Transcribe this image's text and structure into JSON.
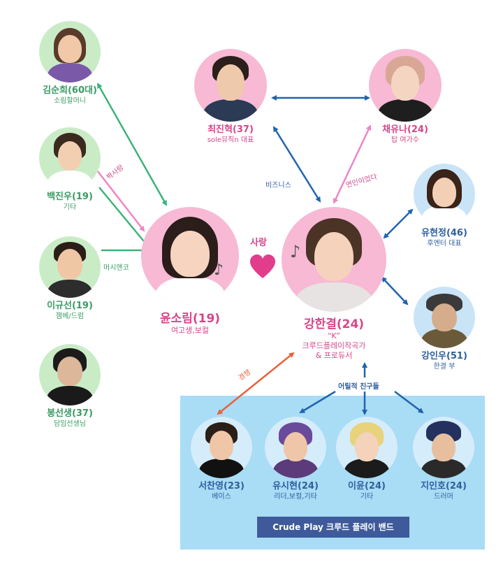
{
  "colors": {
    "green": "#3a9b63",
    "pink": "#d6468a",
    "blue": "#2f5f9e",
    "arrow_green": "#3db27a",
    "arrow_pink": "#ee86c6",
    "arrow_blue": "#1f64ad",
    "arrow_orange": "#e8623a",
    "band_bg": "#a9dcf5",
    "band_label_bg": "#3e5a9a"
  },
  "characters": {
    "kim_sunhee": {
      "name": "김순희(60대)",
      "role": "소림할머니"
    },
    "baek_jinwoo": {
      "name": "백진우(19)",
      "role": "기타"
    },
    "lee_kyusun": {
      "name": "이규선(19)",
      "role": "잼베/드럼"
    },
    "bong_teacher": {
      "name": "봉선생(37)",
      "role": "담임선생님"
    },
    "yoon_sorim": {
      "name": "윤소림(19)",
      "role": "여고생,보컬"
    },
    "choi_jinhyuk": {
      "name": "최진혁(37)",
      "role": "sole뮤직n 대표"
    },
    "chae_yuna": {
      "name": "채유나(24)",
      "role": "탑 여가수"
    },
    "kang_hangyeol": {
      "name": "강한결(24)",
      "role_line1": "“K”",
      "role_line2": "크루드플레이작곡가",
      "role_line3": "& 프로듀서"
    },
    "yoo_hyunjung": {
      "name": "유현정(46)",
      "role": "후엔터 대표"
    },
    "kang_inwoo": {
      "name": "강인우(51)",
      "role": "한결 부"
    },
    "seo_chanyoung": {
      "name": "서찬영(23)",
      "role": "베이스"
    },
    "yoo_sihyun": {
      "name": "유시현(24)",
      "role": "리더,보컬,기타"
    },
    "lee_yoon": {
      "name": "이윤(24)",
      "role": "기타"
    },
    "ji_inho": {
      "name": "지인호(24)",
      "role": "드러머"
    }
  },
  "relations": {
    "crush": "짝사랑",
    "acquaint": "머시앤코",
    "love": "사랑",
    "business": "비즈니스",
    "dating": "연인이었다",
    "rival": "경쟁",
    "childhood_friends": "어릴적 친구들"
  },
  "band": {
    "label": "Crude Play 크루드 플레이 밴드"
  },
  "icons": [
    "heart-icon",
    "music-note-icon",
    "arrow-icon"
  ]
}
